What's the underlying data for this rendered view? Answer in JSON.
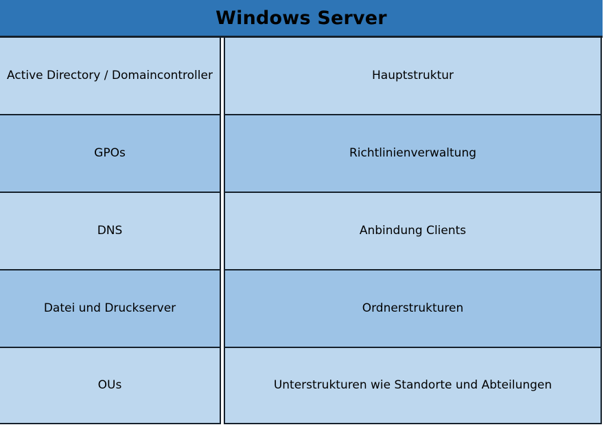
{
  "header": {
    "title": "Windows Server",
    "background_color": "#2E75B6",
    "text_color": "#000000"
  },
  "theme": {
    "shade_light": "#BDD7EE",
    "shade_dark": "#9DC3E6",
    "border_color": "#15202B",
    "page_background": "#FFFFFF"
  },
  "table": {
    "columns": 2,
    "rows": [
      {
        "role": "Active Directory / Domaincontroller",
        "description": "Hauptstruktur",
        "shade": "light"
      },
      {
        "role": "GPOs",
        "description": "Richtlinienverwaltung",
        "shade": "dark"
      },
      {
        "role": "DNS",
        "description": "Anbindung Clients",
        "shade": "light"
      },
      {
        "role": "Datei und Druckserver",
        "description": "Ordnerstrukturen",
        "shade": "dark"
      },
      {
        "role": "OUs",
        "description": "Unterstrukturen wie Standorte und Abteilungen",
        "shade": "light"
      }
    ]
  }
}
